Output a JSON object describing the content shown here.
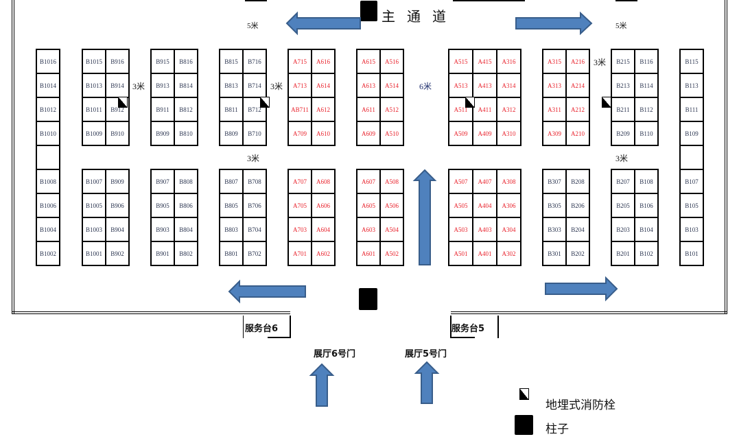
{
  "title": "主  通  道",
  "distances": {
    "top_left": "5米",
    "top_right": "5米",
    "gap_b914": "3米",
    "gap_b714": "3米",
    "row_gap_left": "3米",
    "row_gap_right": "3米",
    "center": "6米",
    "gap_a216": "3米"
  },
  "service_desks": [
    "服务台6",
    "服务台5"
  ],
  "doors": [
    "展厅6号门",
    "展厅5号门"
  ],
  "legend": {
    "hydrant": "地埋式消防栓",
    "pillar": "柱子"
  },
  "colors": {
    "a_zone": "#e8202a",
    "b_zone": "#2b3550",
    "arrow": "#4f81bd",
    "arrow_border": "#385d8a"
  },
  "blocks": [
    {
      "zone": "B",
      "rows": [
        [
          "B1016"
        ],
        [
          "B1014"
        ],
        [
          "B1012"
        ],
        [
          "B1010"
        ],
        [
          ""
        ],
        [
          "B1008"
        ],
        [
          "B1006"
        ],
        [
          "B1004"
        ],
        [
          "B1002"
        ]
      ]
    },
    {
      "zone": "B",
      "rows": [
        [
          "B1015",
          "B916"
        ],
        [
          "B1013",
          "B914"
        ],
        [
          "B1011",
          "B912"
        ],
        [
          "B1009",
          "B910"
        ]
      ]
    },
    {
      "zone": "B",
      "rows": [
        [
          "B1007",
          "B909"
        ],
        [
          "B1005",
          "B906"
        ],
        [
          "B1003",
          "B904"
        ],
        [
          "B1001",
          "B902"
        ]
      ]
    },
    {
      "zone": "B",
      "rows": [
        [
          "B915",
          "B816"
        ],
        [
          "B913",
          "B814"
        ],
        [
          "B911",
          "B812"
        ],
        [
          "B909",
          "B810"
        ]
      ]
    },
    {
      "zone": "B",
      "rows": [
        [
          "B907",
          "B808"
        ],
        [
          "B905",
          "B806"
        ],
        [
          "B903",
          "B804"
        ],
        [
          "B901",
          "B802"
        ]
      ]
    },
    {
      "zone": "B",
      "rows": [
        [
          "B815",
          "B716"
        ],
        [
          "B813",
          "B714"
        ],
        [
          "B811",
          "B712"
        ],
        [
          "B809",
          "B710"
        ]
      ]
    },
    {
      "zone": "B",
      "rows": [
        [
          "B807",
          "B708"
        ],
        [
          "B805",
          "B706"
        ],
        [
          "B803",
          "B704"
        ],
        [
          "B801",
          "B702"
        ]
      ]
    },
    {
      "zone": "A",
      "rows": [
        [
          "A715",
          "A616"
        ],
        [
          "A713",
          "A614"
        ],
        [
          "AB711",
          "A612"
        ],
        [
          "A709",
          "A610"
        ]
      ]
    },
    {
      "zone": "A",
      "rows": [
        [
          "A707",
          "A608"
        ],
        [
          "A705",
          "A606"
        ],
        [
          "A703",
          "A604"
        ],
        [
          "A701",
          "A602"
        ]
      ]
    },
    {
      "zone": "A",
      "rows": [
        [
          "A615",
          "A516"
        ],
        [
          "A613",
          "A514"
        ],
        [
          "A611",
          "A512"
        ],
        [
          "A609",
          "A510"
        ]
      ]
    },
    {
      "zone": "A",
      "rows": [
        [
          "A607",
          "A508"
        ],
        [
          "A605",
          "A506"
        ],
        [
          "A603",
          "A504"
        ],
        [
          "A601",
          "A502"
        ]
      ]
    },
    {
      "zone": "A",
      "rows": [
        [
          "A515",
          "A415",
          "A316"
        ],
        [
          "A513",
          "A413",
          "A314"
        ],
        [
          "A511",
          "A411",
          "A312"
        ],
        [
          "A509",
          "A409",
          "A310"
        ]
      ]
    },
    {
      "zone": "A",
      "rows": [
        [
          "A507",
          "A407",
          "A308"
        ],
        [
          "A505",
          "A404",
          "A306"
        ],
        [
          "A503",
          "A403",
          "A304"
        ],
        [
          "A501",
          "A401",
          "A302"
        ]
      ]
    },
    {
      "zone": "A",
      "rows": [
        [
          "A315",
          "A216"
        ],
        [
          "A313",
          "A214"
        ],
        [
          "A311",
          "A212"
        ],
        [
          "A309",
          "A210"
        ]
      ]
    },
    {
      "zone": "B",
      "rows": [
        [
          "B307",
          "B208"
        ],
        [
          "B305",
          "B206"
        ],
        [
          "B303",
          "B204"
        ],
        [
          "B301",
          "B202"
        ]
      ]
    },
    {
      "zone": "B",
      "rows": [
        [
          "B215",
          "B116"
        ],
        [
          "B213",
          "B114"
        ],
        [
          "B211",
          "B112"
        ],
        [
          "B209",
          "B110"
        ]
      ]
    },
    {
      "zone": "B",
      "rows": [
        [
          "B207",
          "B108"
        ],
        [
          "B205",
          "B106"
        ],
        [
          "B203",
          "B104"
        ],
        [
          "B201",
          "B102"
        ]
      ]
    },
    {
      "zone": "B",
      "rows": [
        [
          "B115"
        ],
        [
          "B113"
        ],
        [
          "B111"
        ],
        [
          "B109"
        ],
        [
          ""
        ],
        [
          "B107"
        ],
        [
          "B105"
        ],
        [
          "B103"
        ],
        [
          "B101"
        ]
      ]
    }
  ]
}
